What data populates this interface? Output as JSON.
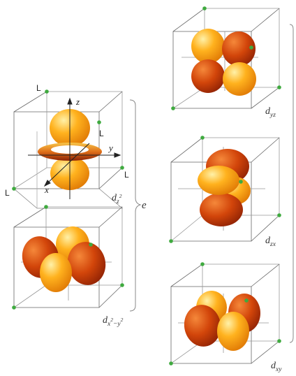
{
  "ligand_label": "L",
  "axis_labels": {
    "x": "x",
    "y": "y",
    "z": "z"
  },
  "orbitals": {
    "dz2": {
      "letter": "d",
      "sub": "z",
      "sup": "2"
    },
    "dx2y2": {
      "letter": "d",
      "sub_a": "x",
      "sup_a": "2",
      "dash": "−",
      "sub_b": "y",
      "sup_b": "2"
    },
    "dyz": {
      "letter": "d",
      "sub": "yz"
    },
    "dzx": {
      "letter": "d",
      "sub": "zx"
    },
    "dxy": {
      "letter": "d",
      "sub": "xy"
    }
  },
  "group_label_e": "e",
  "colors": {
    "light_lobe": "#ffb21e",
    "dark_lobe": "#d2450a",
    "ligand_dot": "#3faa3f",
    "cube_line": "#666666"
  }
}
